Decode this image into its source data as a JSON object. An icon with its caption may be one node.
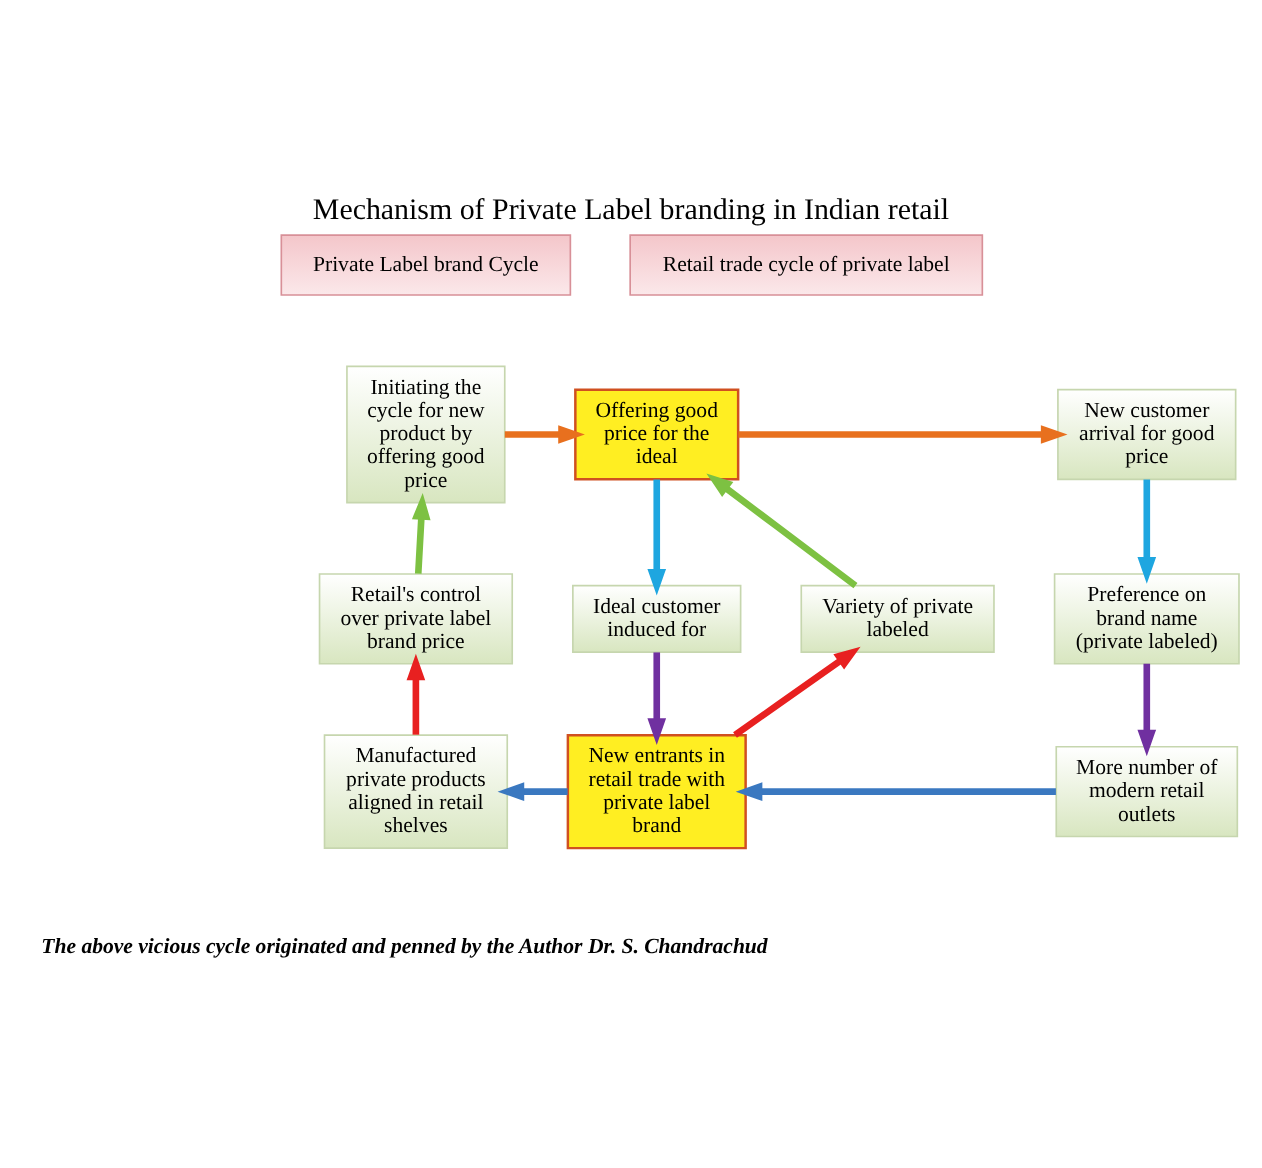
{
  "diagram": {
    "title": "Mechanism of Private Label branding in Indian retail",
    "caption": "The above vicious cycle originated and penned by the Author Dr. S. Chandrachud",
    "nodes": [
      {
        "text": [
          "Private Label brand Cycle"
        ]
      },
      {
        "text": [
          "Retail trade cycle of private label"
        ]
      },
      {
        "text": [
          "Initiating the cycle for new product by offering good price"
        ]
      },
      {
        "text": [
          "Offering good price for the ideal"
        ]
      },
      {
        "text": [
          "New customer arrival for good price"
        ]
      },
      {
        "text": [
          "Retail's control over private label brand price"
        ]
      },
      {
        "text": [
          "Variety of private labeled"
        ]
      },
      {
        "text": [
          "Ideal customer induced for"
        ]
      },
      {
        "text": [
          "Preference on brand name (private labeled)"
        ]
      },
      {
        "text": [
          "Manufactured private products aligned in retail shelves"
        ]
      },
      {
        "text": [
          "New entrants in retail trade with private label brand"
        ]
      },
      {
        "text": [
          "More number of modern retail outlets"
        ]
      }
    ],
    "edges": [
      {
        "from": 2,
        "to": 3,
        "arrow": "to",
        "color": "#e8701e"
      },
      {
        "from": 3,
        "to": 4,
        "arrow": "to",
        "color": "#e8701e"
      },
      {
        "from": 3,
        "to": 7,
        "arrow": "to",
        "color": "#1ea6e0"
      },
      {
        "from": 4,
        "to": 8,
        "arrow": "to",
        "color": "#1ea6e0"
      },
      {
        "from": 7,
        "to": 10,
        "arrow": "to",
        "color": "#7030a0"
      },
      {
        "from": 8,
        "to": 11,
        "arrow": "to",
        "color": "#7030a0"
      },
      {
        "from": 11,
        "to": 10,
        "arrow": "to",
        "color": "#3a78c0"
      },
      {
        "from": 10,
        "to": 9,
        "arrow": "to",
        "color": "#3a78c0"
      },
      {
        "from": 9,
        "to": 5,
        "arrow": "to",
        "color": "#e82020"
      },
      {
        "from": 10,
        "to": 6,
        "arrow": "to",
        "color": "#e82020"
      },
      {
        "from": 5,
        "to": 2,
        "arrow": "to",
        "color": "#7dc142"
      },
      {
        "from": 6,
        "to": 3,
        "arrow": "to",
        "color": "#7dc142"
      }
    ]
  }
}
